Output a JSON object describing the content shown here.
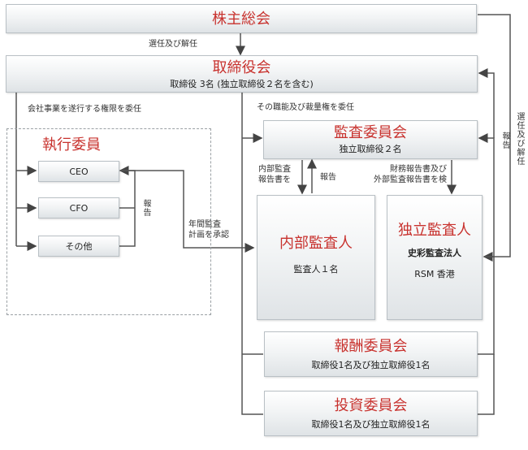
{
  "nodes": {
    "shareholders": {
      "title": "株主総会"
    },
    "board": {
      "title": "取締役会",
      "sub": "取締役 3名 (独立取締役２名を含む)"
    },
    "exec": {
      "title": "執行委員"
    },
    "ceo": {
      "label": "CEO"
    },
    "cfo": {
      "label": "CFO"
    },
    "other": {
      "label": "その他"
    },
    "audit_committee": {
      "title": "監査委員会",
      "sub": "独立取締役２名"
    },
    "internal_auditor": {
      "title": "内部監査人",
      "sub": "監査人１名"
    },
    "independent_auditor": {
      "title": "独立監査人",
      "sub1": "史彩監査法人",
      "sub2": "RSM 香港"
    },
    "remuneration": {
      "title": "報酬委員会",
      "sub": "取締役1名及び独立取締役1名"
    },
    "investment": {
      "title": "投資委員会",
      "sub": "取締役1名及び独立取締役1名"
    }
  },
  "labels": {
    "elect_dismiss_top": "選任及び解任",
    "delegate_business": "会社事業を遂行する権限を委任",
    "delegate_duties": "その職能及び裁量権を委任",
    "report_exec": "報告",
    "approve_plan": "年間監査\n計画を承認",
    "internal_report": "内部監査\n報告書を",
    "report_internal": "報告",
    "financial_report": "財務報告書及び\n外部監査報告書を検",
    "report_right": "報告",
    "elect_dismiss_right": "選任及び解任"
  }
}
